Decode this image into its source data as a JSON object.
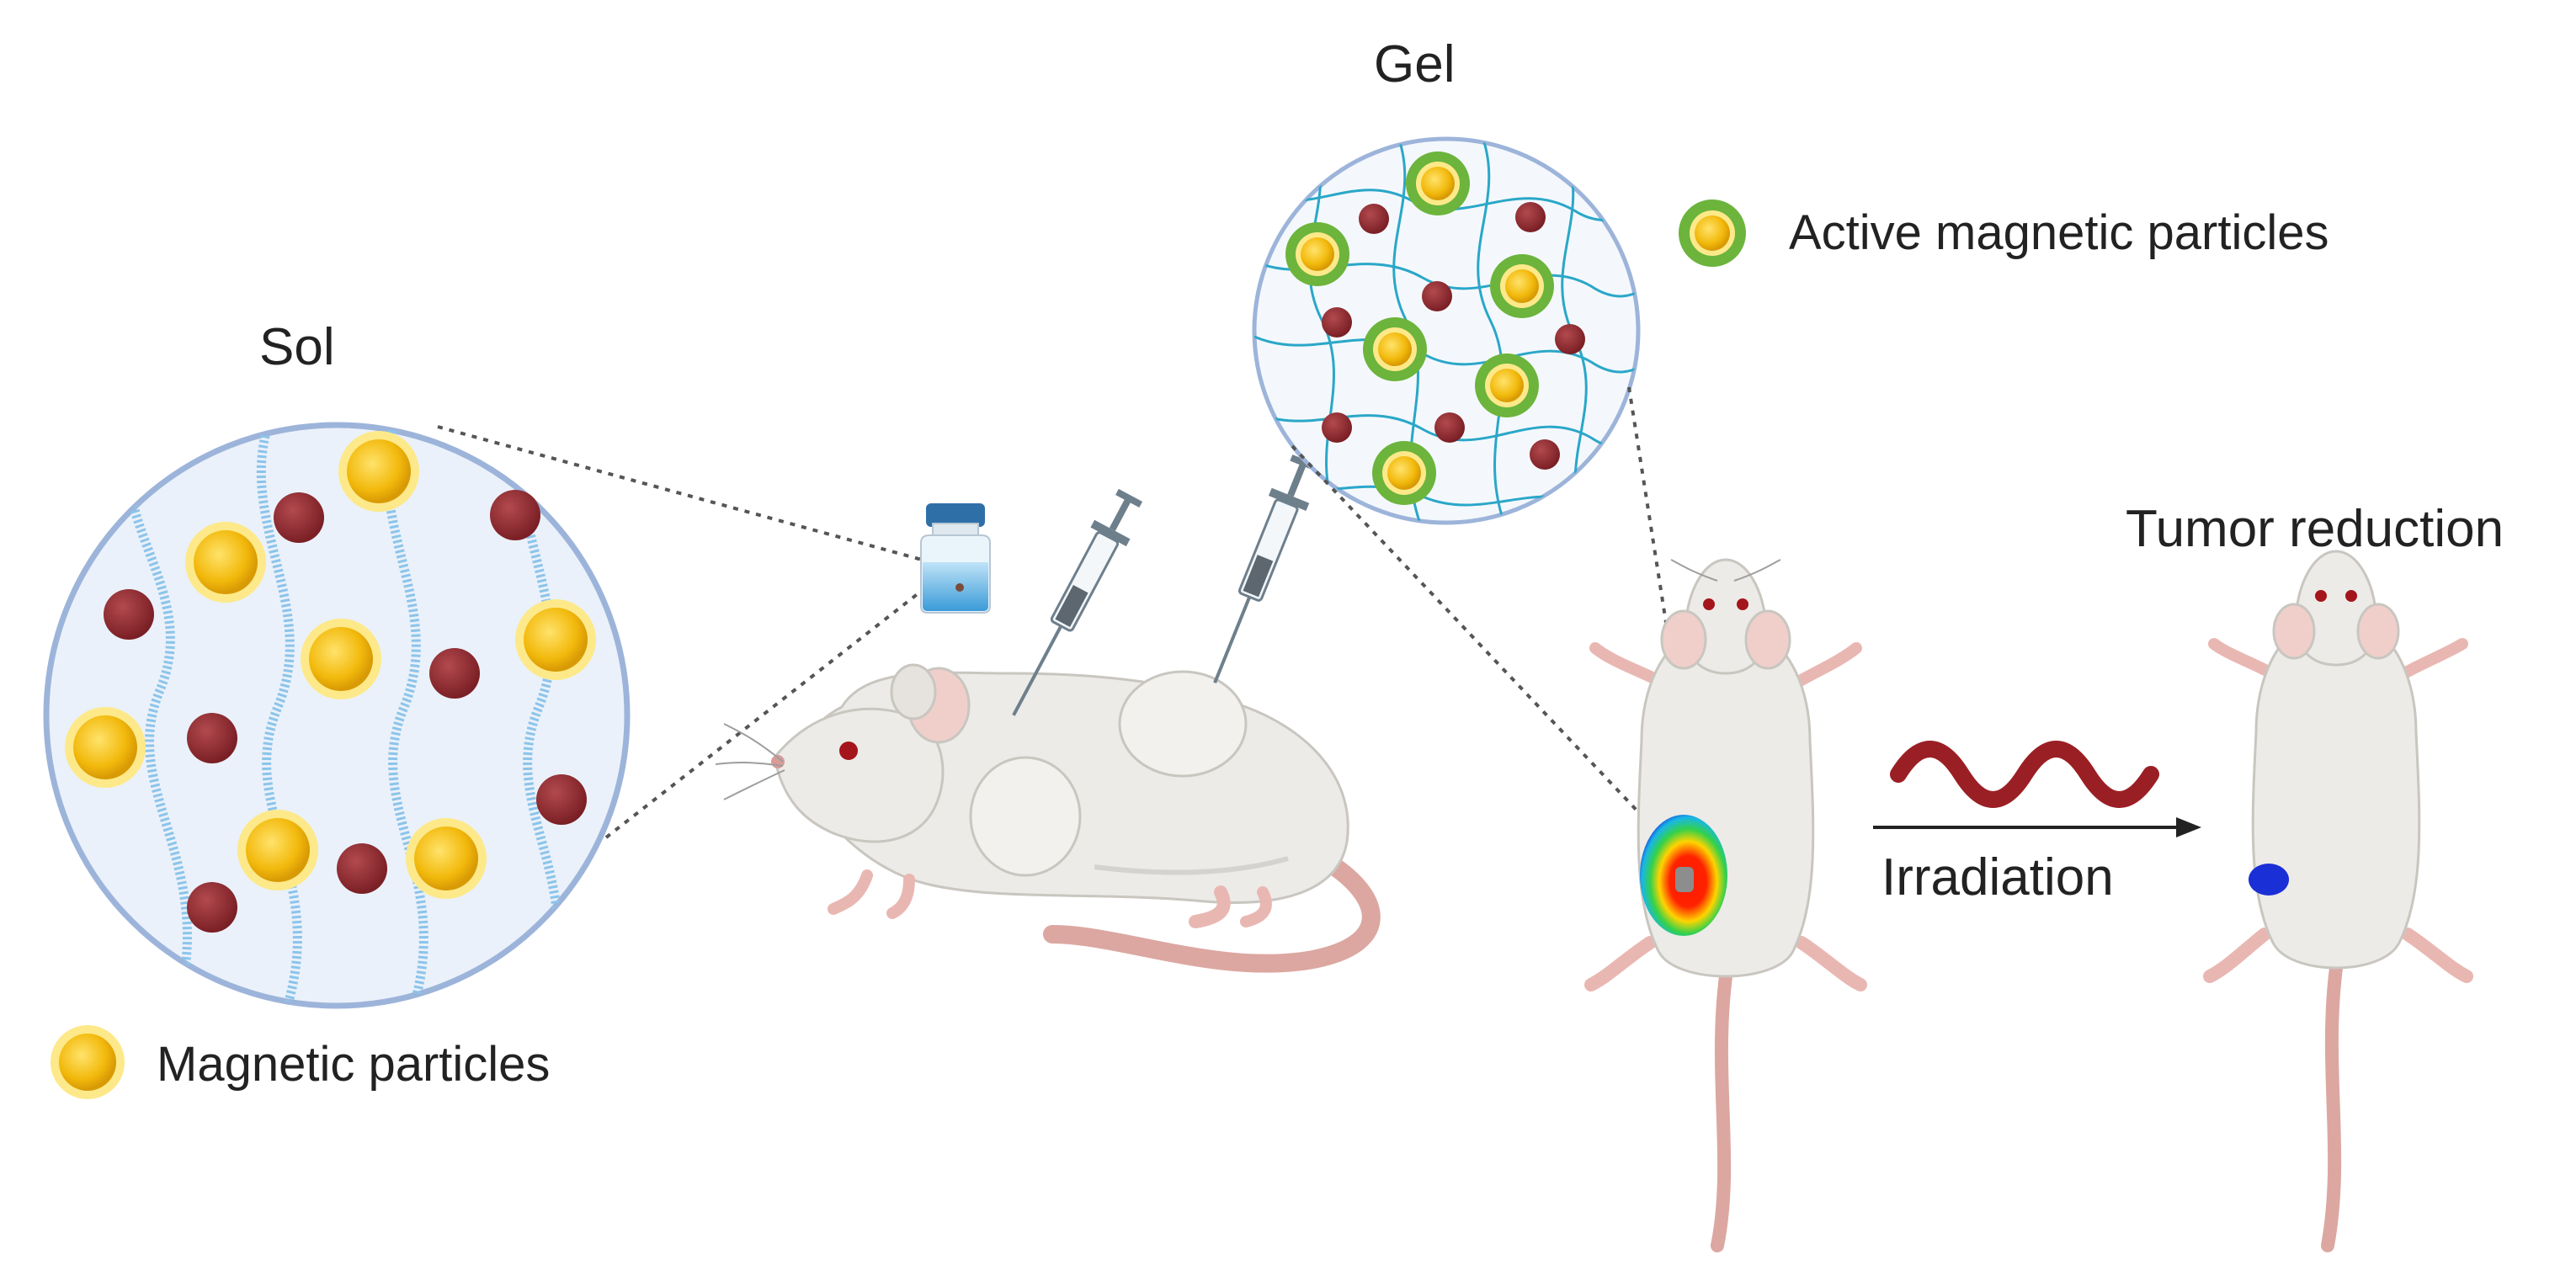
{
  "labels": {
    "sol": "Sol",
    "gel": "Gel",
    "tumor_reduction": "Tumor reduction",
    "irradiation": "Irradiation"
  },
  "legend": {
    "magnetic": "Magnetic particles",
    "active_magnetic": "Active magnetic particles"
  },
  "colors": {
    "particle_gold": "#f2b90c",
    "particle_glow": "#fde98a",
    "red_particle": "#8e2a2f",
    "active_ring": "#6cb43c",
    "polymer_blue": "#8cc4ea",
    "gel_network": "#2aa7c8",
    "circle_outline": "#9db4da",
    "circle_fill": "#eaf1fa",
    "mouse_body": "#ecebe8",
    "mouse_shadow": "#d5d3cf",
    "tail_pink": "#dca7a1",
    "wave": "#9a1f24",
    "arrow": "#222222",
    "tumor_after": "#1b2fd6"
  }
}
